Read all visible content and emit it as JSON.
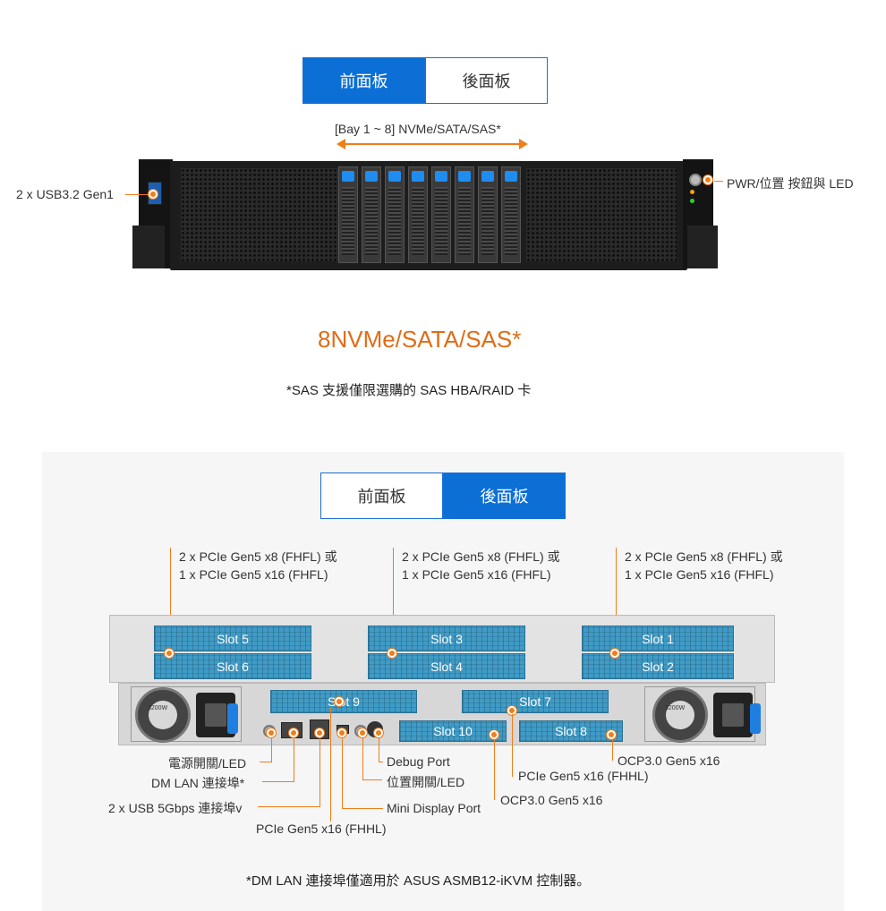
{
  "front": {
    "tabs": [
      {
        "label": "前面板",
        "active": true
      },
      {
        "label": "後面板",
        "active": false
      }
    ],
    "bay_label": "[Bay 1 ~ 8] NVMe/SATA/SAS*",
    "usb_label": "2 x USB3.2 Gen1",
    "pwr_label": "PWR/位置 按鈕與 LED",
    "title": "8NVMe/SATA/SAS*",
    "note": "*SAS 支援僅限選購的 SAS HBA/RAID 卡"
  },
  "rear": {
    "tabs": [
      {
        "label": "前面板",
        "active": false
      },
      {
        "label": "後面板",
        "active": true
      }
    ],
    "top_callouts": [
      {
        "line1": "2 x PCIe Gen5 x8 (FHFL) 或",
        "line2": "1 x PCIe Gen5 x16 (FHFL)"
      },
      {
        "line1": "2 x PCIe Gen5 x8 (FHFL) 或",
        "line2": "1 x PCIe Gen5 x16 (FHFL)"
      },
      {
        "line1": "2 x PCIe Gen5 x8 (FHFL) 或",
        "line2": "1 x PCIe Gen5 x16 (FHFL)"
      }
    ],
    "slots": {
      "slot1": "Slot 1",
      "slot2": "Slot 2",
      "slot3": "Slot 3",
      "slot4": "Slot 4",
      "slot5": "Slot 5",
      "slot6": "Slot 6",
      "slot7": "Slot 7",
      "slot8": "Slot 8",
      "slot9": "Slot 9",
      "slot10": "Slot 10"
    },
    "bottom_callouts": {
      "power": "電源開關/LED",
      "dmlan": "DM LAN 連接埠*",
      "usb": "2 x USB 5Gbps 連接埠v",
      "pcie_fhhl_left": "PCIe Gen5 x16 (FHHL)",
      "debug": "Debug Port",
      "locate": "位置開關/LED",
      "minidp": "Mini Display Port",
      "ocp_left": "OCP3.0 Gen5 x16",
      "pcie_fhhl_right": "PCIe Gen5 x16 (FHHL)",
      "ocp_right": "OCP3.0 Gen5 x16"
    },
    "psu_rating": "3200W",
    "note": "*DM LAN 連接埠僅適用於 ASUS ASMB12-iKVM 控制器。"
  },
  "colors": {
    "accent_blue": "#0b6fd6",
    "callout_orange": "#ef7d1a",
    "title_orange": "#e06c17",
    "slot_blue": "#3f9bc6"
  }
}
